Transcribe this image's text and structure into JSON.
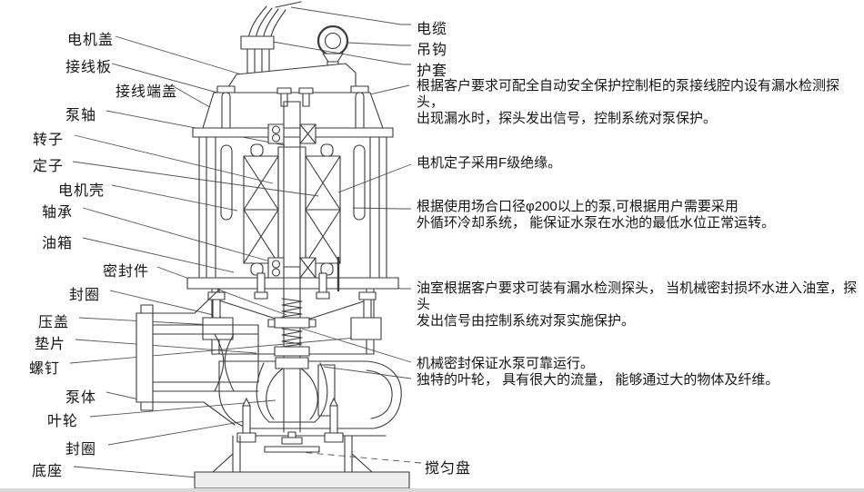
{
  "diagram_type": "submersible-sewage-pump-cross-section",
  "left_labels": [
    {
      "text": "电机盖"
    },
    {
      "text": "接线板"
    },
    {
      "text": "接线端盖"
    },
    {
      "text": "泵轴"
    },
    {
      "text": "转子"
    },
    {
      "text": "定子"
    },
    {
      "text": "电机壳"
    },
    {
      "text": "轴承"
    },
    {
      "text": "油箱"
    },
    {
      "text": "密封件"
    },
    {
      "text": "封圈"
    },
    {
      "text": "压盖"
    },
    {
      "text": "垫片"
    },
    {
      "text": "螺钉"
    },
    {
      "text": "泵体"
    },
    {
      "text": "叶轮"
    },
    {
      "text": "封圈"
    },
    {
      "text": "底座"
    }
  ],
  "right_labels": [
    {
      "text": "电缆"
    },
    {
      "text": "吊钩"
    },
    {
      "text": "护套"
    },
    {
      "text": "搅匀盘"
    }
  ],
  "annotations": [
    {
      "text": "根据客户要求可配全自动安全保护控制柜的泵接线腔内设有漏水检测探头，\n出现漏水时，探头发出信号，控制系统对泵保护。"
    },
    {
      "text": "电机定子采用F级绝缘。"
    },
    {
      "text": "根据使用场合口径φ200以上的泵,可根据用户需要采用\n外循环冷却系统， 能保证水泵在水池的最低水位正常运转。"
    },
    {
      "text": "油室根据客户要求可装有漏水检测探头， 当机械密封损坏水进入油室，探头\n发出信号由控制系统对泵实施保护。"
    },
    {
      "text": "机械密封保证水泵可靠运行。"
    },
    {
      "text": "独特的叶轮， 具有很大的流量， 能够通过大的物体及纤维。"
    }
  ],
  "colors": {
    "line": "#3a3a3a",
    "leader": "#555555",
    "background": "#ffffff",
    "base_fill": "#ededeb"
  }
}
